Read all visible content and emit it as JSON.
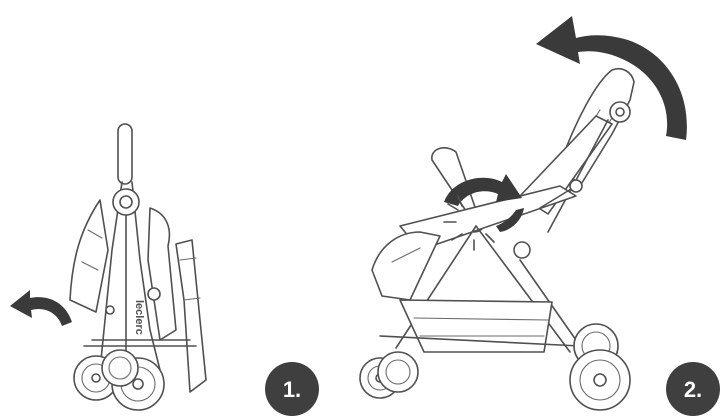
{
  "brand": "leclerc",
  "steps": [
    {
      "number": "1."
    },
    {
      "number": "2."
    }
  ],
  "colors": {
    "badge": "#3f3f3f",
    "badge_text": "#ffffff",
    "line": "#505050",
    "arrow": "#3a3a3a"
  }
}
